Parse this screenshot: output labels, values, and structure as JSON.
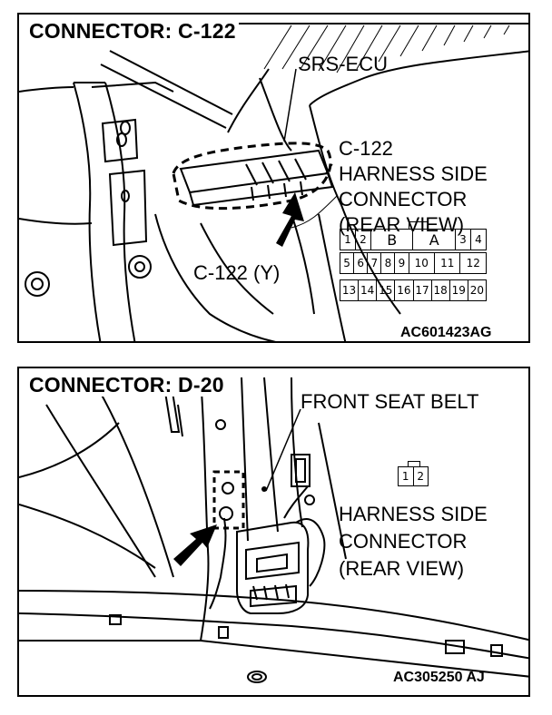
{
  "top_panel": {
    "title": "CONNECTOR: C-122",
    "srs_ecu_label": "SRS-ECU",
    "harness_label_lines": [
      "C-122",
      "HARNESS SIDE",
      "CONNECTOR",
      "(REAR VIEW)"
    ],
    "connector_color_label": "C-122 (Y)",
    "code": "AC601423AG",
    "pinout": {
      "row1": [
        "1",
        "2",
        "B",
        "A",
        "3",
        "4"
      ],
      "row2": [
        "5",
        "6",
        "7",
        "8",
        "9",
        "10",
        "11",
        "12"
      ],
      "row3": [
        "13",
        "14",
        "15",
        "16",
        "17",
        "18",
        "19",
        "20"
      ]
    }
  },
  "bottom_panel": {
    "title": "CONNECTOR: D-20",
    "seat_belt_label": "FRONT SEAT BELT",
    "harness_label_lines": [
      "HARNESS SIDE",
      "CONNECTOR",
      "(REAR VIEW)"
    ],
    "code": "AC305250 AJ",
    "pinout": [
      "1",
      "2"
    ]
  }
}
